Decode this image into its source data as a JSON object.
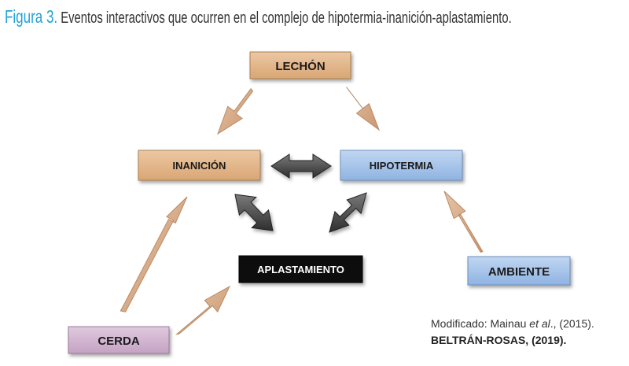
{
  "caption": {
    "label": "Figura 3.",
    "text": "Eventos interactivos que ocurren en el complejo de hipotermia-inanición-aplastamiento."
  },
  "diagram": {
    "nodes": {
      "lechon": "LECHÓN",
      "inanicion": "INANICIÓN",
      "hipotermia": "HIPOTERMIA",
      "aplastamiento": "APLASTAMIENTO",
      "ambiente": "AMBIENTE",
      "cerda": "CERDA"
    },
    "colors": {
      "brown_box": "#e2b389",
      "blue_box": "#a9c6ea",
      "black_box": "#0c0c0c",
      "purple_box": "#d2b6d1",
      "tan_arrow": "#d9ad8a",
      "dark_arrow": "#555555"
    }
  },
  "credit": {
    "modified_prefix": "Modificado: Mainau ",
    "modified_italic": "et al",
    "modified_suffix": "., (2015).",
    "author": "BELTRÁN-ROSAS, (2019)."
  }
}
